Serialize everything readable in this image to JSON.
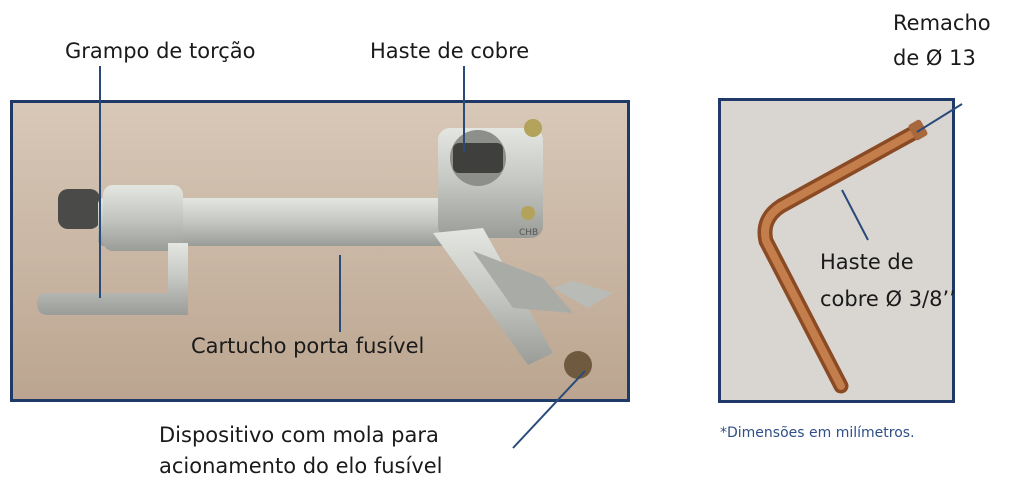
{
  "labels": {
    "grampo": "Grampo de torção",
    "haste_cobre": "Haste de cobre",
    "remacho_1": "Remacho",
    "remacho_2": "de Ø 13",
    "cartucho": "Cartucho porta fusível",
    "haste_dim_1": "Haste de",
    "haste_dim_2": "cobre Ø 3/8’’",
    "dispositivo_1": "Dispositivo com mola para",
    "dispositivo_2": "acionamento do elo fusível"
  },
  "footnote": "*Dimensões em milímetros.",
  "colors": {
    "frame": "#1f3a68",
    "footnote": "#2f4f86",
    "tool_metal": "#c7c9c4",
    "copper": "#b06a3a"
  }
}
